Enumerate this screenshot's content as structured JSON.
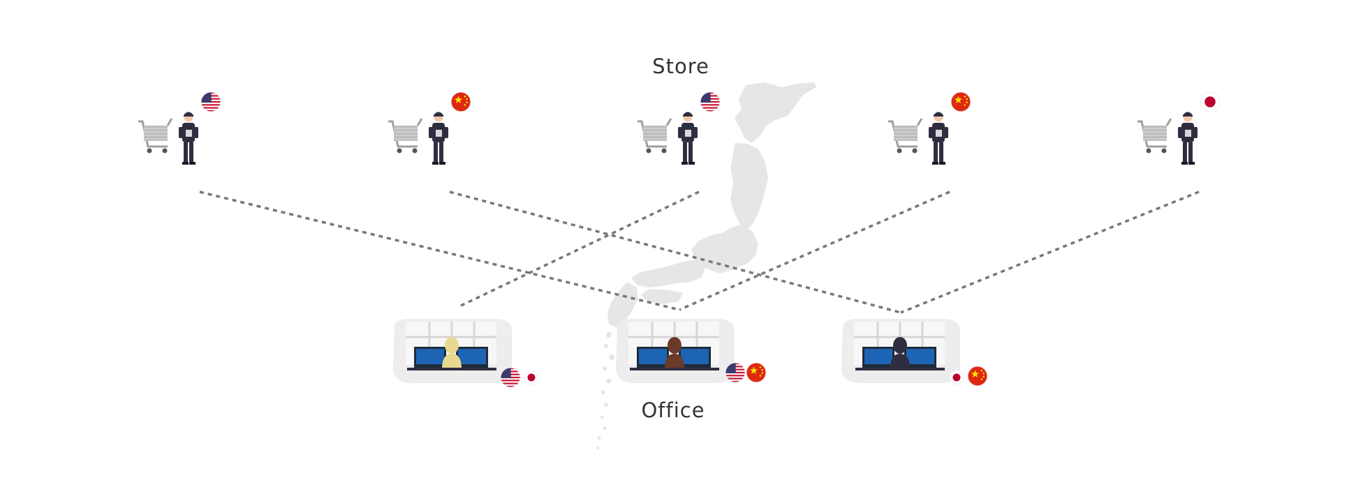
{
  "labels": {
    "store": "Store",
    "office": "Office"
  },
  "flags": {
    "us": {
      "name": "us-flag",
      "stripe_red": "#c8102e",
      "canton_blue": "#3c3b6e"
    },
    "cn": {
      "name": "china-flag",
      "field_red": "#de2910",
      "star_yellow": "#ffde00"
    },
    "jp": {
      "name": "japan-flag",
      "disc_red": "#bc002d"
    }
  },
  "stores": [
    {
      "flag": "us"
    },
    {
      "flag": "cn"
    },
    {
      "flag": "us"
    },
    {
      "flag": "cn"
    },
    {
      "flag": "jp"
    }
  ],
  "offices": [
    {
      "worker_hair": "blonde",
      "languages": [
        "us",
        "jp"
      ]
    },
    {
      "worker_hair": "brown",
      "languages": [
        "us",
        "cn"
      ]
    },
    {
      "worker_hair": "dark",
      "languages": [
        "jp",
        "cn"
      ]
    }
  ],
  "connections": [
    {
      "store": 0,
      "office": 1
    },
    {
      "store": 1,
      "office": 2
    },
    {
      "store": 2,
      "office": 0
    },
    {
      "store": 3,
      "office": 1
    },
    {
      "store": 4,
      "office": 2
    }
  ],
  "colors": {
    "connector": "#777777",
    "map_fill": "#e6e6e6",
    "person_dark": "#2f2e41",
    "cart_grey": "#bdbdbd",
    "monitor_blue": "#1e64b4",
    "text": "#333333"
  }
}
